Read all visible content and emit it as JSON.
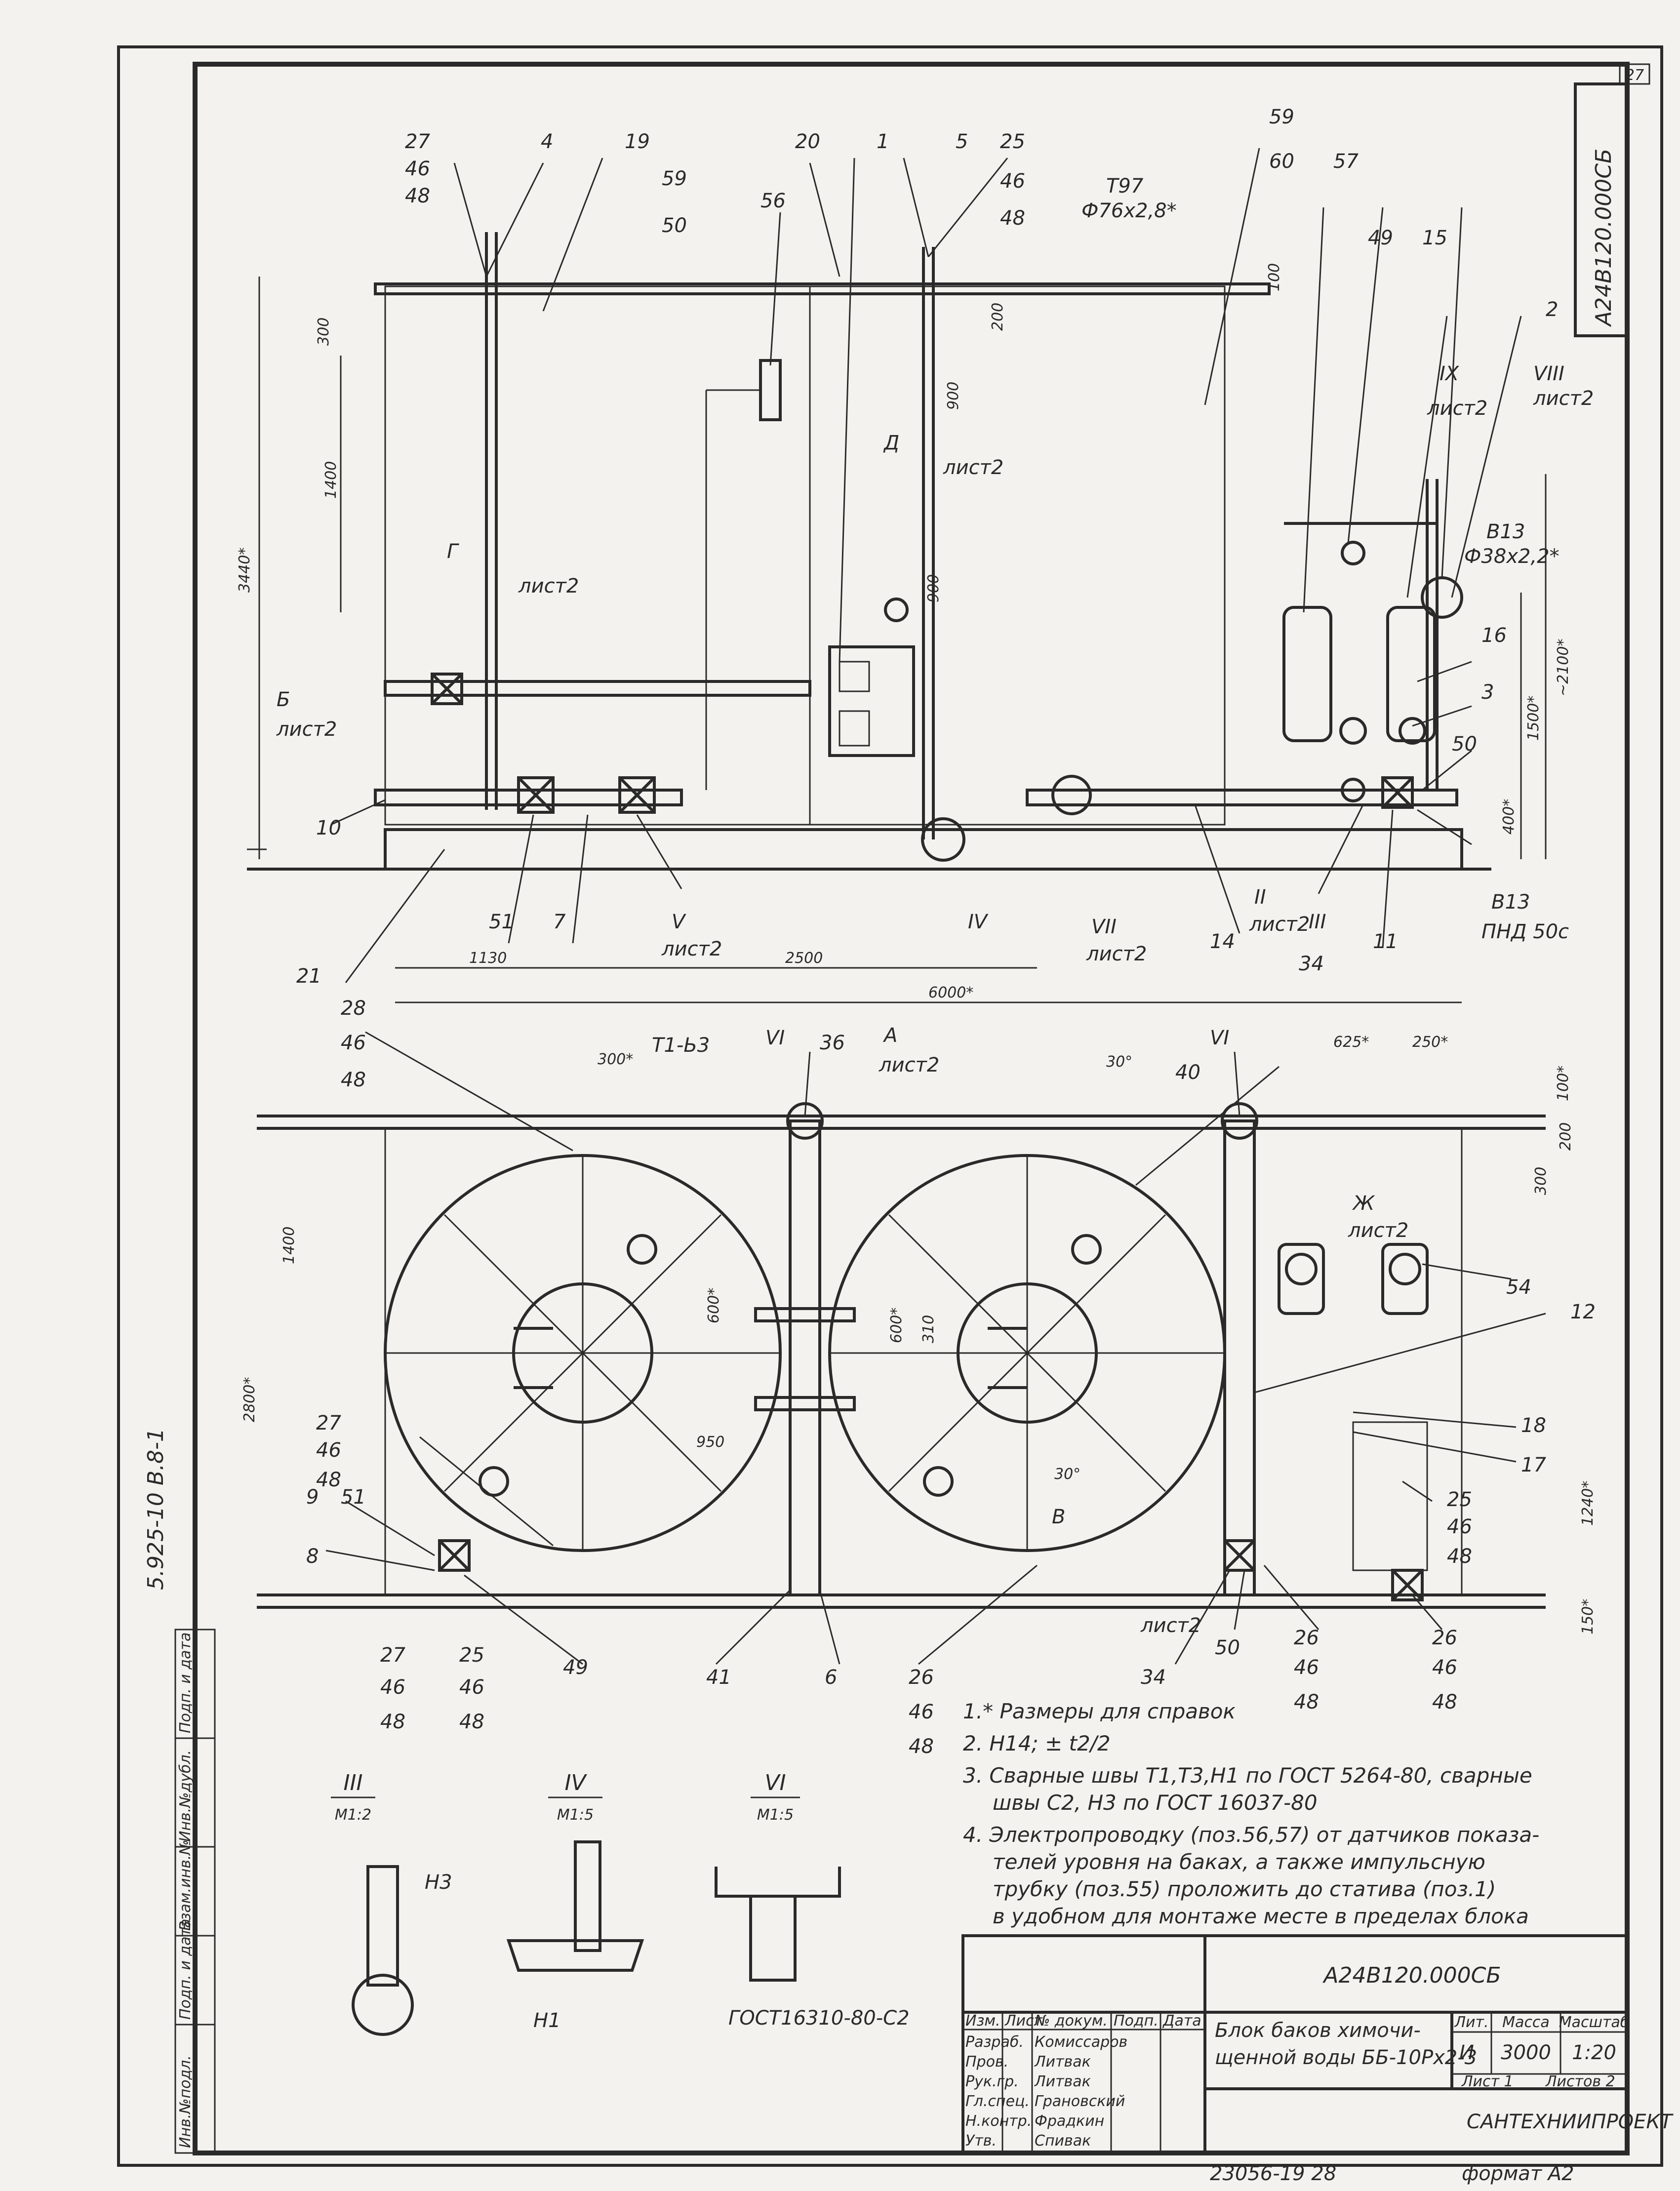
{
  "sheet": {
    "page_number": "27",
    "doc_code_side": "А24В120.000СБ",
    "side_series": "5.925-10  В.8-1",
    "bottom_stamp": "23056-19   28",
    "format_label": "формат А2"
  },
  "left_margin_columns": [
    "Инв.№подл.",
    "Подп. и дата",
    "Взам.инв.№",
    "Инв.№дубл.",
    "Подп. и дата"
  ],
  "elevation": {
    "callouts": [
      "27",
      "46",
      "48",
      "4",
      "19",
      "59",
      "50",
      "56",
      "20",
      "1",
      "5",
      "25",
      "46",
      "48",
      "59",
      "60",
      "57",
      "49",
      "15",
      "2",
      "16",
      "3",
      "50",
      "10",
      "21",
      "51",
      "7",
      "14",
      "34",
      "11"
    ],
    "section_refs": [
      {
        "label": "Г",
        "sheet": "лист2"
      },
      {
        "label": "Д",
        "sheet": "лист2"
      },
      {
        "label": "Б",
        "sheet": "лист2"
      },
      {
        "label": "IX",
        "sheet": "лист2"
      },
      {
        "label": "VIII",
        "sheet": "лист2"
      },
      {
        "label": "V",
        "sheet": "лист2"
      },
      {
        "label": "IV",
        "sheet": ""
      },
      {
        "label": "VII",
        "sheet": "лист2"
      },
      {
        "label": "II",
        "sheet": "лист2"
      },
      {
        "label": "III",
        "sheet": ""
      }
    ],
    "pipe_notes": [
      {
        "code": "Т97",
        "size": "Ф76х2,8*"
      },
      {
        "code": "В13",
        "size": "Ф38х2,2*"
      },
      {
        "code": "В13",
        "size": "ПНД 50с"
      }
    ],
    "dims": [
      "300",
      "1400",
      "3440*",
      "100",
      "200",
      "900",
      "900",
      "~2100*",
      "1500*",
      "400*",
      "1130",
      "2500",
      "6000*"
    ]
  },
  "plan": {
    "callouts": [
      "28",
      "46",
      "48",
      "36",
      "40",
      "12",
      "54",
      "18",
      "17",
      "25",
      "46",
      "48",
      "27",
      "46",
      "48",
      "51",
      "9",
      "8",
      "27",
      "46",
      "48",
      "25",
      "46",
      "48",
      "49",
      "41",
      "6",
      "26",
      "46",
      "48",
      "34",
      "50",
      "26",
      "46",
      "48",
      "26",
      "46",
      "48"
    ],
    "section_refs": [
      {
        "label": "VI",
        "sheet": ""
      },
      {
        "label": "VI",
        "sheet": ""
      },
      {
        "label": "А",
        "sheet": "лист2"
      },
      {
        "label": "Ж",
        "sheet": "лист2"
      },
      {
        "label": "В",
        "sheet": "лист2"
      }
    ],
    "pipe_notes": [
      {
        "code": "Т1-Ь3",
        "size": ""
      }
    ],
    "dims": [
      "300*",
      "30°",
      "625*",
      "250*",
      "100*",
      "200",
      "300",
      "1400",
      "2800*",
      "600*",
      "600*",
      "310",
      "950",
      "30°",
      "1240*",
      "150*"
    ]
  },
  "details": [
    {
      "id": "III",
      "scale": "М1:2",
      "marks": [
        "Н3"
      ]
    },
    {
      "id": "IV",
      "scale": "М1:5",
      "marks": [
        "Н1"
      ]
    },
    {
      "id": "VI",
      "scale": "М1:5",
      "marks": [
        "ГОСТ16310-80-С2"
      ]
    }
  ],
  "notes": [
    "1.* Размеры для справок",
    "2. Н14; ± t2/2",
    "3. Сварные швы Т1,Т3,Н1 по ГОСТ 5264-80, сварные",
    "швы С2, Н3 по ГОСТ 16037-80",
    "4. Электропроводку (поз.56,57) от датчиков показа-",
    "телей уровня на баках, а также импульсную",
    "трубку (поз.55) проложить до статива (поз.1)",
    "в удобном для монтаже месте в пределах блока"
  ],
  "title_block": {
    "designation": "А24В120.000СБ",
    "name_line1": "Блок баков химочи-",
    "name_line2": "щенной воды ББ-10Рх2-3",
    "lit_header": "Лит.",
    "mass_header": "Масса",
    "scale_header": "Масштаб",
    "lit": "И",
    "mass": "3000",
    "scale": "1:20",
    "sheet": "Лист 1",
    "sheets": "Листов 2",
    "org": "САНТЕХНИИПРОЕКТ",
    "col_headers": [
      "Изм.",
      "Лист",
      "№ докум.",
      "Подп.",
      "Дата"
    ],
    "roles": [
      {
        "role": "Разраб.",
        "name": "Комиссаров"
      },
      {
        "role": "Пров.",
        "name": "Литвак"
      },
      {
        "role": "Рук.гр.",
        "name": "Литвак"
      },
      {
        "role": "Гл.спец.",
        "name": "Грановский"
      },
      {
        "role": "Н.контр.",
        "name": "Фрадкин"
      },
      {
        "role": "Утв.",
        "name": "Спивак"
      }
    ]
  }
}
